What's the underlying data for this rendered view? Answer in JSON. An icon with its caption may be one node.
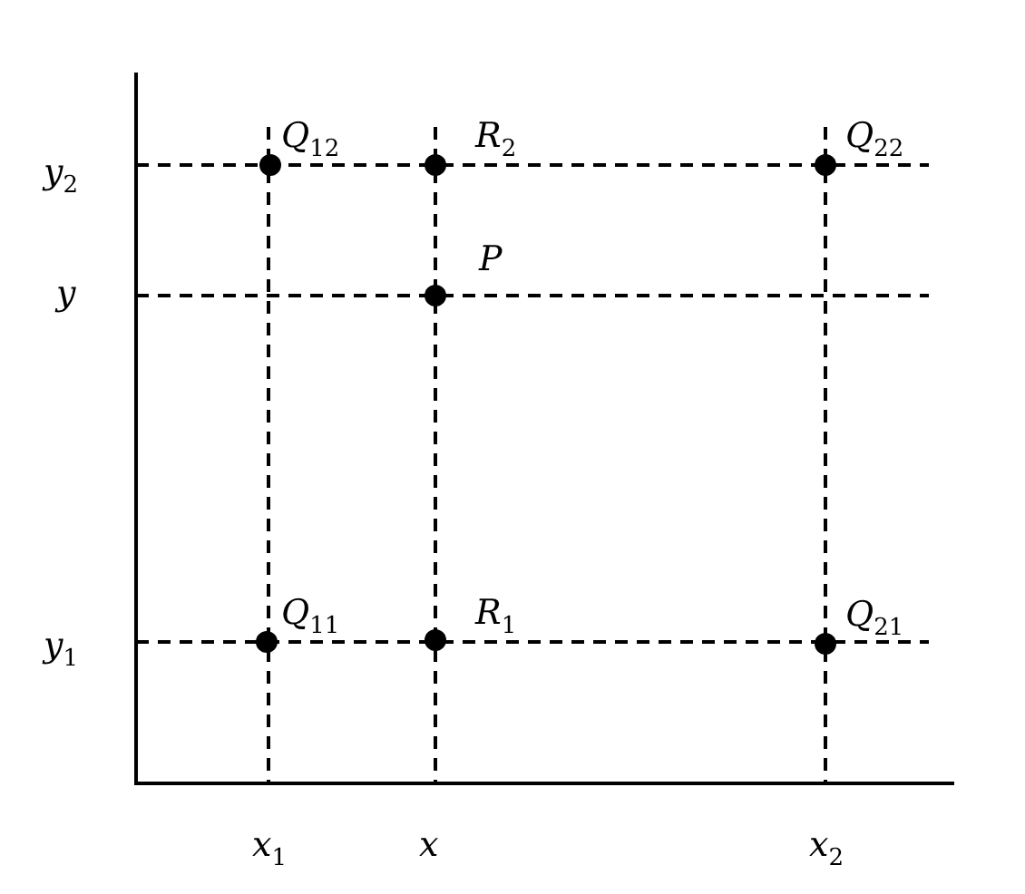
{
  "diagram": {
    "nodes": [
      {
        "text": [],
        "shape": "circle",
        "beside": [
          "*Q*$_{12}$"
        ]
      },
      {
        "text": [],
        "shape": "circle",
        "beside": [
          "*R*$_{2}$"
        ]
      },
      {
        "text": [],
        "shape": "circle",
        "beside": [
          "*Q*$_{22}$"
        ]
      },
      {
        "text": [],
        "shape": "circle",
        "beside": [
          "*P*"
        ]
      },
      {
        "text": [],
        "shape": "circle",
        "beside": [
          "*Q*$_{11}$"
        ]
      },
      {
        "text": [],
        "shape": "circle",
        "beside": [
          "*R*$_{1}$"
        ]
      },
      {
        "text": [],
        "shape": "circle",
        "beside": [
          "*Q*$_{21}$"
        ]
      }
    ],
    "labels": [
      "*y*$_{2}$",
      "*y*",
      "*y*$_{1}$",
      "*x*$_{1}$",
      "*x*",
      "*x*$_{2}$"
    ]
  }
}
